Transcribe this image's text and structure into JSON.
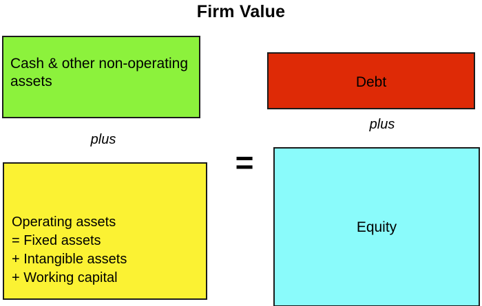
{
  "diagram": {
    "title": "Firm Value",
    "equals_sign": "=",
    "left_side": {
      "assets_box": {
        "label": "Cash & other non-operating assets",
        "color": "#8CF23C"
      },
      "connector": "plus",
      "operating_box": {
        "lines": [
          "Operating assets",
          "= Fixed assets",
          "+ Intangible assets",
          "+ Working capital"
        ],
        "color": "#FBF233"
      }
    },
    "right_side": {
      "debt_box": {
        "label": "Debt",
        "color": "#DE2A06"
      },
      "connector": "plus",
      "equity_box": {
        "label": "Equity",
        "color": "#8AFBFB"
      }
    }
  }
}
